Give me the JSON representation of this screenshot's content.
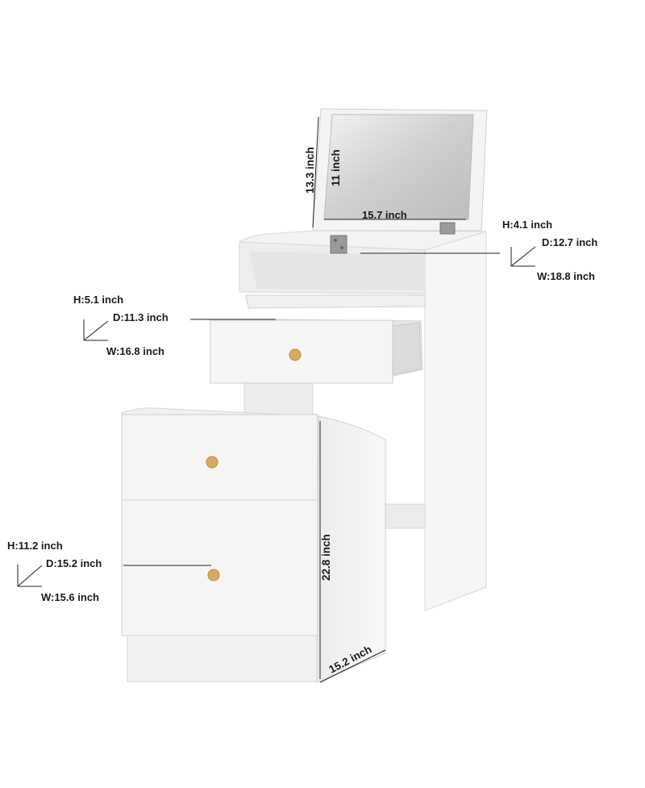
{
  "colors": {
    "furniture": "#f4f4f4",
    "furniture_shade": "#e2e2e2",
    "furniture_edge": "#cfcfcf",
    "mirror": "#d9d9d9",
    "knob": "#d9a95e",
    "text": "#1a1a1a"
  },
  "mirror": {
    "height_label": "13.3 inch",
    "inner_height_label": "11 inch",
    "width_label": "15.7 inch"
  },
  "top_compartment": {
    "h": "H:4.1 inch",
    "d": "D:12.7 inch",
    "w": "W:18.8 inch"
  },
  "drawer": {
    "h": "H:5.1 inch",
    "d": "D:11.3 inch",
    "w": "W:16.8 inch"
  },
  "cabinet_drawer": {
    "h": "H:11.2 inch",
    "d": "D:15.2 inch",
    "w": "W:15.6 inch"
  },
  "cabinet": {
    "height_label": "22.8 inch",
    "depth_label": "15.2 inch"
  }
}
